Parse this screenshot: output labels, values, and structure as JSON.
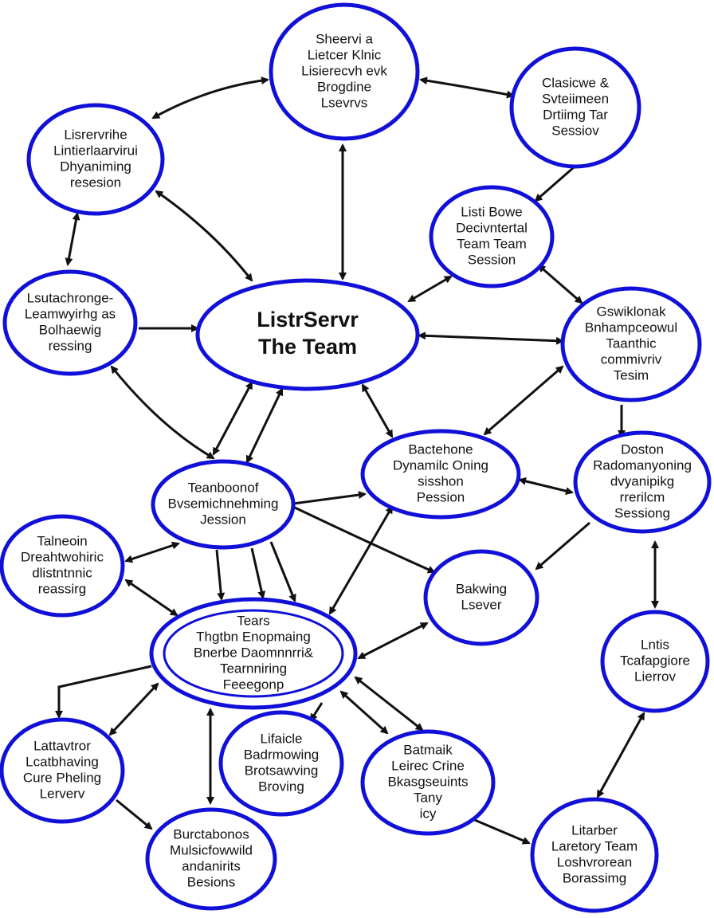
{
  "diagram": {
    "colors": {
      "node_border": "#1010d8",
      "edge": "#111111",
      "text": "#111111",
      "background": "#ffffff"
    },
    "nodes": [
      {
        "id": "top",
        "lines": [
          "Sheervi a",
          "Lietcer Klnic",
          "Lisierecvh evk",
          "Brogdine",
          "Lsevrvs"
        ]
      },
      {
        "id": "top-right",
        "lines": [
          "Clasicwe &",
          "Svteiimeen",
          "Drtiimg Tar",
          "Sessiov"
        ]
      },
      {
        "id": "upper-left",
        "lines": [
          "Lisrervrihe",
          "Lintierlaarvirui",
          "Dhyaniming",
          "resesion"
        ]
      },
      {
        "id": "right-mid-upper",
        "lines": [
          "Listi Bowe",
          "Decivntertal",
          "Team Team",
          "Session"
        ]
      },
      {
        "id": "left-mid",
        "lines": [
          "Lsutachronge-",
          "Leamwyirhg as",
          "Bolhaewig",
          "ressing"
        ]
      },
      {
        "id": "central",
        "lines": [
          "ListrServr",
          "The Team"
        ]
      },
      {
        "id": "right-mid",
        "lines": [
          "Gswiklonak",
          "Bnhampceowul",
          "Taanthic",
          "commivriv",
          "Tesim"
        ]
      },
      {
        "id": "center-right",
        "lines": [
          "Bactehone",
          "Dynamilc Oning",
          "sisshon",
          "Pession"
        ]
      },
      {
        "id": "right-lower",
        "lines": [
          "Doston",
          "Radomanyoning",
          "dvyanipikg",
          "rrerilcm",
          "Sessiong"
        ]
      },
      {
        "id": "mid-left",
        "lines": [
          "Teanboonof",
          "Bvsemichnehming",
          "Jession"
        ]
      },
      {
        "id": "left-lower",
        "lines": [
          "Talneoin",
          "Dreahtwohiric",
          "dlistntnnic",
          "reassirg"
        ]
      },
      {
        "id": "lower-center-right",
        "lines": [
          "Bakwing",
          "Lsever"
        ]
      },
      {
        "id": "right-bottom-upper",
        "lines": [
          "Lntis",
          "Tcafapgiore",
          "Lierrov"
        ]
      },
      {
        "id": "lower-central",
        "lines": [
          "Tears",
          "Thgtbn Enopmaing",
          "Bnerbe Daomnnrri&",
          "Tearnniring",
          "Feeegonp"
        ]
      },
      {
        "id": "bottom-left",
        "lines": [
          "Lattavtror",
          "Lcatbhaving",
          "Cure Pheling",
          "Lerverv"
        ]
      },
      {
        "id": "bottom-center-left",
        "lines": [
          "Lifaicle",
          "Badrmowing",
          "Brotsawving",
          "Broving"
        ]
      },
      {
        "id": "bottom-center-right",
        "lines": [
          "Batmaik",
          "Leirec Crine",
          "Bkasgseuints",
          "Tany",
          "icy"
        ]
      },
      {
        "id": "bottom-left-2",
        "lines": [
          "Burctabonos",
          "Mulsicfowwild",
          "andanirits",
          "Besions"
        ]
      },
      {
        "id": "bottom-right",
        "lines": [
          "Litarber",
          "Laretory Team",
          "Loshvrorean",
          "Borassimg"
        ]
      }
    ]
  }
}
